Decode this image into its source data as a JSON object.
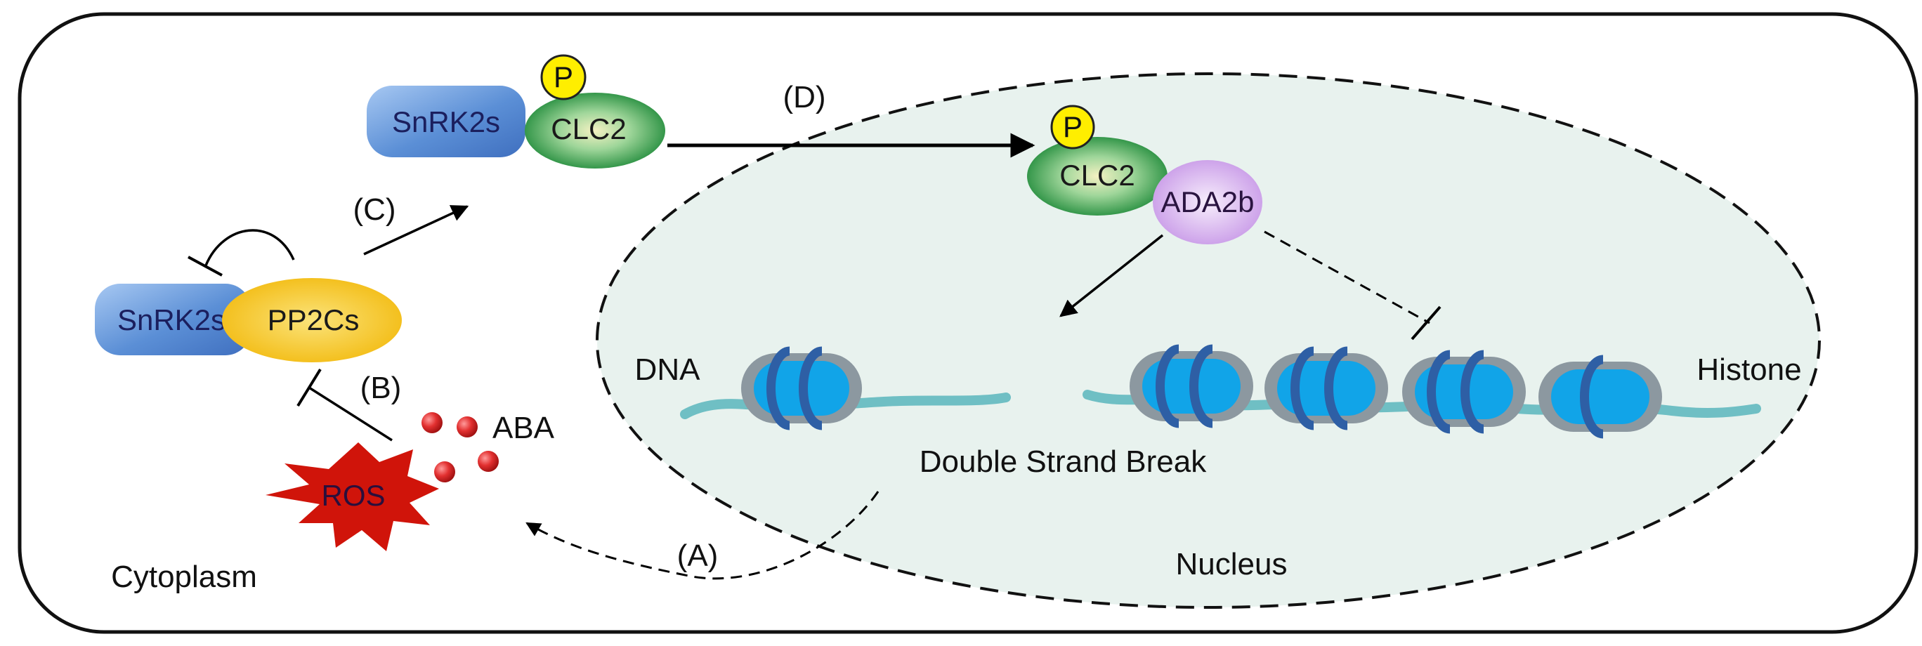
{
  "labels": {
    "snrk2s_top": "SnRK2s",
    "clc2_top": "CLC2",
    "p_top": "P",
    "p_nuc": "P",
    "clc2_nuc": "CLC2",
    "ada2b": "ADA2b",
    "snrk2s_left": "SnRK2s",
    "pp2cs": "PP2Cs",
    "ros": "ROS",
    "aba": "ABA",
    "step_a": "(A)",
    "step_b": "(B)",
    "step_c": "(C)",
    "step_d": "(D)",
    "dna": "DNA",
    "histone": "Histone",
    "dsb": "Double Strand Break",
    "nucleus": "Nucleus",
    "cytoplasm": "Cytoplasm"
  },
  "colors": {
    "snrk2s": "#5b8fd6",
    "clc2": "#2f9e4a",
    "ada2b": "#c99be8",
    "pp2cs": "#f5c518",
    "phospho": "#ffee00",
    "ros": "#d0140a",
    "aba": "#cc1a1a",
    "nucleus_fill": "#e8f2ee",
    "dna": "#6fbfc4",
    "histone_core": "#11a4e8",
    "histone_rim": "#8c98a0",
    "histone_ring": "#2e5fa5"
  }
}
